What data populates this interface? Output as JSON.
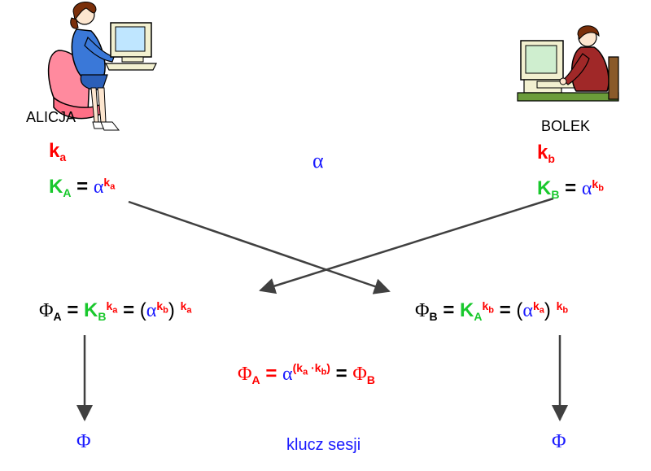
{
  "alice": {
    "name": "ALICJA",
    "private_key": "k",
    "private_key_sub": "a",
    "public_key": "K",
    "public_key_sub": "A",
    "equals": "=",
    "base": "α",
    "exp": "k",
    "exp_sub": "a"
  },
  "bob": {
    "name": "BOLEK",
    "private_key": "k",
    "private_key_sub": "b",
    "public_key": "K",
    "public_key_sub": "B",
    "equals": "=",
    "base": "α",
    "exp": "k",
    "exp_sub": "b"
  },
  "shared_base": "α",
  "phi_a_eq": {
    "phi": "Φ",
    "phi_sub": "A",
    "eq1": "=",
    "key": "K",
    "key_sub": "B",
    "key_exp": "k",
    "key_exp_sub": "a",
    "eq2": "=",
    "open": "(",
    "base": "α",
    "inner_exp": "k",
    "inner_exp_sub": "b",
    "close": ")",
    "outer_exp": "k",
    "outer_exp_sub": "a"
  },
  "phi_b_eq": {
    "phi": "Φ",
    "phi_sub": "B",
    "eq1": "=",
    "key": "K",
    "key_sub": "A",
    "key_exp": "k",
    "key_exp_sub": "b",
    "eq2": "=",
    "open": "(",
    "base": "α",
    "inner_exp": "k",
    "inner_exp_sub": "a",
    "close": ")",
    "outer_exp": "k",
    "outer_exp_sub": "b"
  },
  "center_eq": {
    "phi_left": "Φ",
    "phi_left_sub": "A",
    "eq1": "=",
    "base": "α",
    "exp_open": "(",
    "exp_k1": "k",
    "exp_k1_sub": "a",
    "dot": "·",
    "exp_k2": "k",
    "exp_k2_sub": "b",
    "exp_close": ")",
    "eq2": "=",
    "phi_right": "Φ",
    "phi_right_sub": "B"
  },
  "result": {
    "left_phi": "Φ",
    "right_phi": "Φ",
    "caption": "klucz sesji"
  },
  "colors": {
    "red": "#ff0000",
    "green": "#19c82d",
    "blue": "#1a1aff",
    "arrow": "#404040"
  }
}
